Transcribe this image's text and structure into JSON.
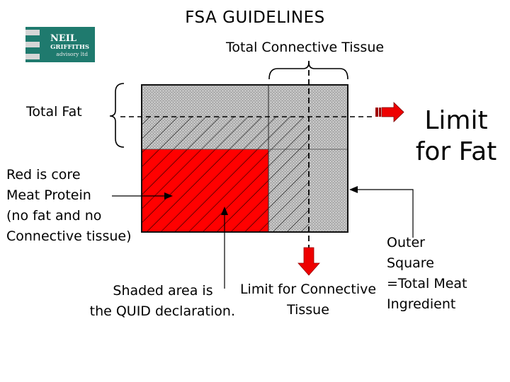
{
  "title": "FSA GUIDELINES",
  "logo": {
    "line1": "NEIL",
    "line2": "GRIFFITHS",
    "line3": "advisory ltd",
    "color": "#1f7a6e"
  },
  "labels": {
    "total_connective_tissue": "Total Connective Tissue",
    "total_fat": "Total Fat",
    "limit_for_fat": [
      "Limit",
      "for Fat"
    ],
    "red_core": [
      "Red is core",
      "Meat Protein",
      "(no fat and no",
      "Connective tissue)"
    ],
    "shaded_area": [
      "Shaded area is",
      "the QUID declaration."
    ],
    "limit_connective": [
      "Limit for Connective",
      "Tissue"
    ],
    "outer_square": [
      "Outer",
      "Square",
      "=Total Meat",
      "Ingredient"
    ]
  },
  "colors": {
    "core_meat_protein": "#ff0000",
    "grey_fill": "#b9b9b9",
    "arrow_red": "#ee0000"
  },
  "icons": {
    "fat_limit_arrow": "right-arrow-icon",
    "connective_limit_arrow": "down-arrow-icon"
  }
}
